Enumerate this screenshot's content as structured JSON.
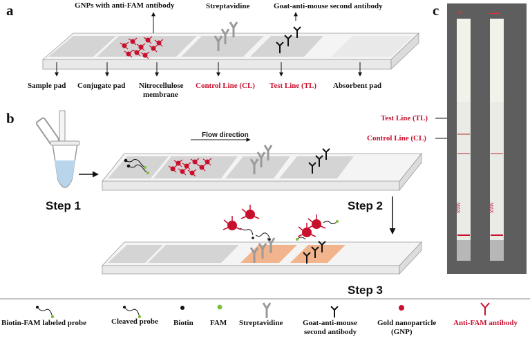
{
  "panels": {
    "a": "a",
    "b": "b",
    "c": "c"
  },
  "panel_a": {
    "top_labels": {
      "gnps": "GNPs with anti-FAM antibody",
      "streptavidine": "Streptavidine",
      "goat": "Goat-anti-mouse second antibody"
    },
    "bottom_labels": {
      "sample_pad": "Sample pad",
      "conjugate_pad": "Conjugate pad",
      "nitrocellulose_1": "Nitrocellulose",
      "nitrocellulose_2": "membrane",
      "control_line": "Control Line (CL)",
      "test_line": "Test Line (TL)",
      "absorbent_pad": "Absorbent pad"
    }
  },
  "panel_b": {
    "flow_direction": "Flow direction",
    "step1": "Step 1",
    "step2": "Step 2",
    "step3": "Step 3"
  },
  "panel_c": {
    "plus": "+",
    "minus": "—",
    "test_line": "Test Line (TL)",
    "control_line": "Control Line (CL)",
    "max": "MAX"
  },
  "legend": [
    {
      "line1": "Biotin-FAM labeled probe",
      "line2": ""
    },
    {
      "line1": "Cleaved probe",
      "line2": ""
    },
    {
      "line1": "Biotin",
      "line2": ""
    },
    {
      "line1": "FAM",
      "line2": ""
    },
    {
      "line1": "Streptavidine",
      "line2": ""
    },
    {
      "line1": "Goat-anti-mouse",
      "line2": "second antibody"
    },
    {
      "line1": "Gold nanoparticle",
      "line2": "(GNP)"
    },
    {
      "line1": "Anti-FAM antibody",
      "line2": ""
    }
  ],
  "colors": {
    "red": "#c8102e",
    "gold_particle": "#c8102e",
    "streptavidine": "#9a9a9a",
    "goat_antibody": "#111111",
    "fam": "#7fbf3f",
    "biotin": "#111111",
    "reaction_zone": "#f2b48c",
    "strip_top": "#f2f2f2",
    "pad_gray": "#cfcfcf"
  }
}
